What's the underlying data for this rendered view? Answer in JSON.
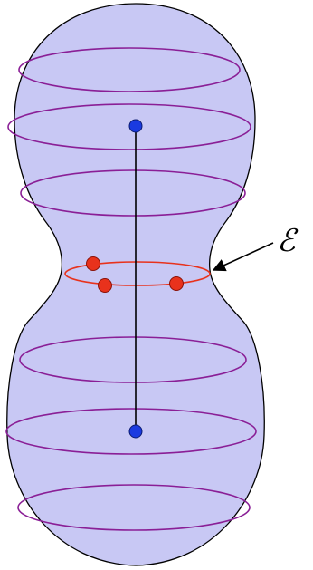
{
  "diagram": {
    "label": "ℰ",
    "colors": {
      "body_fill": "#c8c8f4",
      "body_stroke": "#000000",
      "ring": "#8a1f96",
      "neck_ring": "#e8321c",
      "pole_point": "#1a3ae0",
      "neck_point": "#e8321c",
      "axis": "#000000",
      "arrow": "#000000"
    },
    "rings_count": 7,
    "neck_points_count": 3,
    "pole_points_count": 2
  }
}
